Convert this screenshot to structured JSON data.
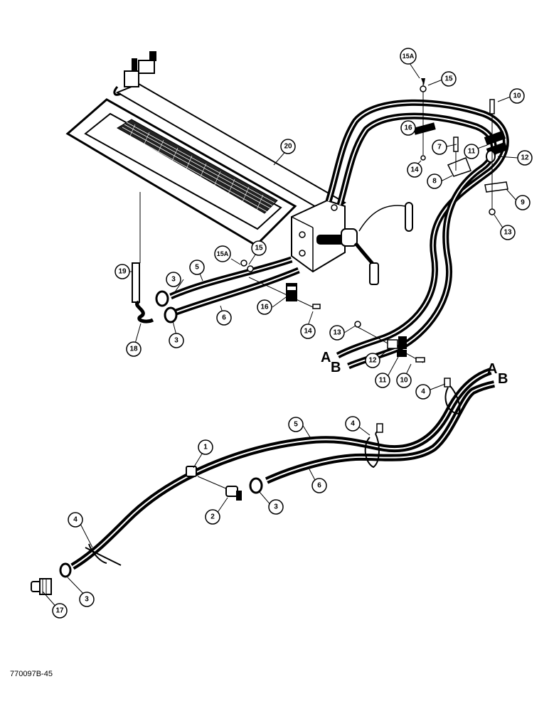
{
  "document_number": "770097B-45",
  "callouts": {
    "c1": "1",
    "c2": "2",
    "c3a": "3",
    "c3b": "3",
    "c3c": "3",
    "c3d": "3",
    "c4a": "4",
    "c4b": "4",
    "c4c": "4",
    "c5a": "5",
    "c5b": "5",
    "c6a": "6",
    "c6b": "6",
    "c7": "7",
    "c8": "8",
    "c9": "9",
    "c10a": "10",
    "c10b": "10",
    "c11a": "11",
    "c11b": "11",
    "c12a": "12",
    "c12b": "12",
    "c13a": "13",
    "c13b": "13",
    "c14a": "14",
    "c14b": "14",
    "c15a": "15",
    "c15b": "15",
    "c15Aa": "15A",
    "c15Ab": "15A",
    "c16a": "16",
    "c16b": "16",
    "c17": "17",
    "c18": "18",
    "c19": "19",
    "c20": "20"
  },
  "hose_end_labels": {
    "upper_a": "A",
    "upper_b": "B",
    "lower_a": "A",
    "lower_b": "B"
  }
}
